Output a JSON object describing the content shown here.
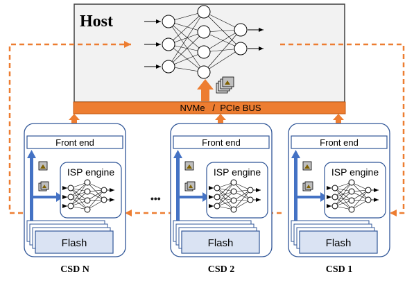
{
  "host": {
    "title": "Host"
  },
  "bus": {
    "label": "NVMe   /  PCIe BUS"
  },
  "csd_units": [
    {
      "front_end": "Front end",
      "isp": "ISP engine",
      "flash": "Flash",
      "caption": "CSD N"
    },
    {
      "front_end": "Front end",
      "isp": "ISP engine",
      "flash": "Flash",
      "caption": "CSD 2"
    },
    {
      "front_end": "Front end",
      "isp": "ISP engine",
      "flash": "Flash",
      "caption": "CSD 1"
    }
  ],
  "ellipsis": "•••",
  "colors": {
    "host_fill": "#f2f2f2",
    "bus_orange": "#ed7d31",
    "csd_border": "#2f5597",
    "front_end_fill": "#dae3f3",
    "flash_fill": "#dae3f3",
    "blue_arrow": "#4472c4"
  },
  "icons": [
    "neural-network-icon",
    "image-stack-icon",
    "image-thumbnail-icon"
  ]
}
